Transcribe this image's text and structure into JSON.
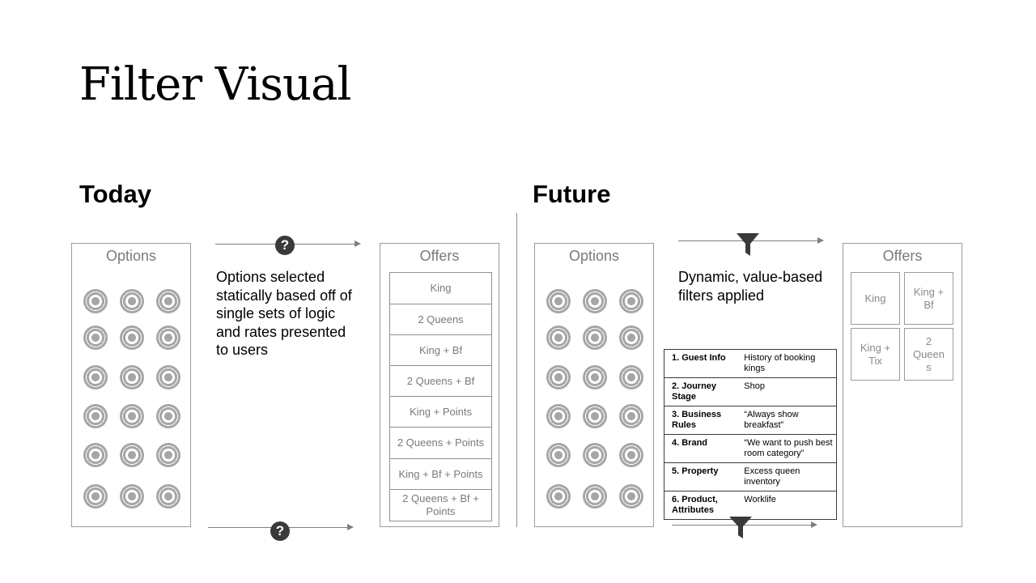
{
  "title": "Filter Visual",
  "today": {
    "heading": "Today",
    "options_title": "Options",
    "description": "Options selected statically based off of single sets of logic and rates presented to users",
    "offers_title": "Offers",
    "offers": [
      "King",
      "2 Queens",
      "King + Bf",
      "2 Queens + Bf",
      "King + Points",
      "2 Queens + Points",
      "King + Bf + Points",
      "2 Queens + Bf + Points"
    ],
    "icon": "question-icon",
    "icon_glyph": "?"
  },
  "future": {
    "heading": "Future",
    "options_title": "Options",
    "description": "Dynamic, value-based filters applied",
    "offers_title": "Offers",
    "offers": [
      "King",
      "King + Bf",
      "King + Tix",
      "2 Queen s"
    ],
    "icon": "funnel-icon",
    "filters": [
      {
        "key": "1. Guest Info",
        "value": "History of booking kings"
      },
      {
        "key": "2. Journey Stage",
        "value": "Shop"
      },
      {
        "key": "3. Business Rules",
        "value": "“Always show breakfast”"
      },
      {
        "key": "4. Brand",
        "value": "“We want to push best room category”"
      },
      {
        "key": "5. Property",
        "value": "Excess queen inventory"
      },
      {
        "key": "6. Product, Attributes",
        "value": "Worklife"
      }
    ]
  },
  "colors": {
    "border": "#9c9c9c",
    "muted_text": "#7a7a7a",
    "icon_dark": "#3a3a3a",
    "target": "#a6a6a6"
  }
}
